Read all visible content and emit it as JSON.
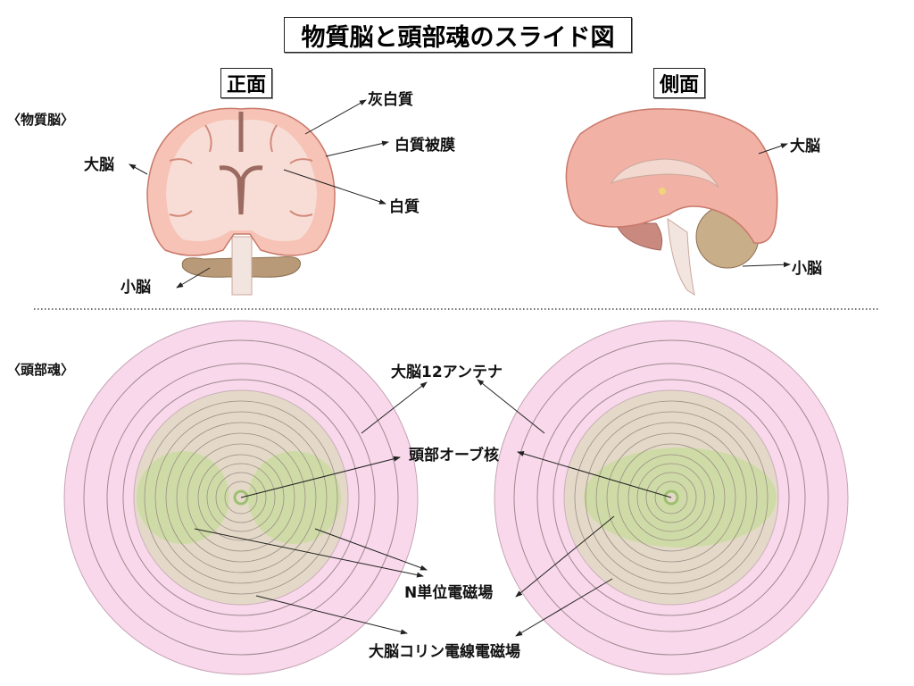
{
  "title": "物質脳と頭部魂のスライド図",
  "top_section": {
    "heading": "〈物質脳〉",
    "front_view": {
      "label": "正面",
      "labels": [
        "灰白質",
        "白質被膜",
        "白質",
        "大脳",
        "小脳"
      ]
    },
    "side_view": {
      "label": "側面",
      "labels": [
        "大脳",
        "小脳"
      ]
    }
  },
  "bottom_section": {
    "heading": "〈頭部魂〉",
    "labels": {
      "antenna": "大脳12アンテナ",
      "orb_core": "頭部オーブ核",
      "n_field": "N単位電磁場",
      "choline_field": "大脳コリン電線電磁場"
    }
  },
  "colors": {
    "pink_ring": "#f8d8ea",
    "tan_disc": "#e4d9c8",
    "green_field": "#cfdba6",
    "brain": "#f2b8aa",
    "cerebellum": "#b89a78"
  }
}
